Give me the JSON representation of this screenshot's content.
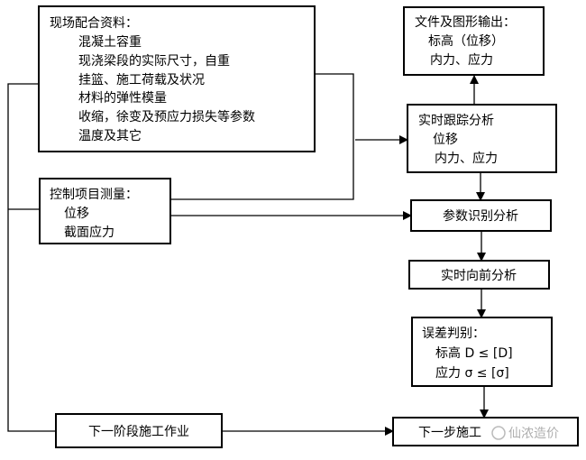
{
  "site_data": {
    "title": "现场配合资料：",
    "items": [
      "混凝土容重",
      "现浇梁段的实际尺寸，自重",
      "挂篮、施工荷载及状况",
      "材料的弹性模量",
      "收缩，徐变及预应力损失等参数",
      "温度及其它"
    ]
  },
  "measurement": {
    "title": "控制项目测量：",
    "items": [
      "位移",
      "截面应力"
    ]
  },
  "output": {
    "title": "文件及图形输出：",
    "items": [
      "标高（位移）",
      "内力、应力"
    ]
  },
  "tracking": {
    "title": "实时跟踪分析",
    "items": [
      "位移",
      "内力、应力"
    ]
  },
  "param_id": {
    "title": "参数识别分析"
  },
  "forward": {
    "title": "实时向前分析"
  },
  "error_check": {
    "title": "误差判别：",
    "items": [
      "标高 D ≤ [D]",
      "应力 σ ≤ [σ]"
    ]
  },
  "next_stage": {
    "title": "下一阶段施工作业"
  },
  "next_step": {
    "title": "下一步施工"
  },
  "watermark": "仙浓造价"
}
